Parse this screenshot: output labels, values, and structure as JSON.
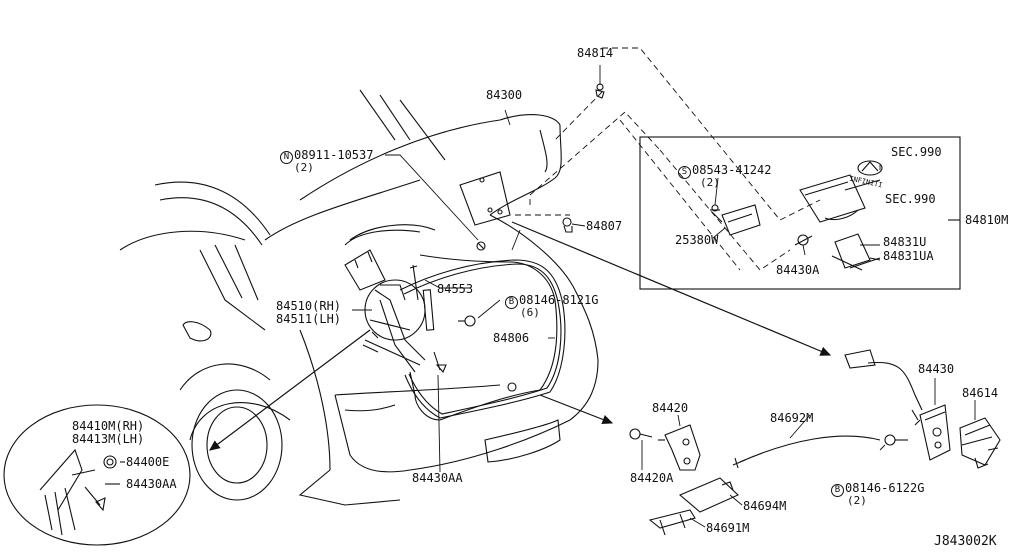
{
  "diagram_id": "J843002K",
  "parts": {
    "p84814": "84814",
    "p84300": "84300",
    "p08911": "08911-10537",
    "p08911_qty": "(2)",
    "p84807": "84807",
    "p84553": "84553",
    "p84510": "84510(RH)",
    "p84511": "84511(LH)",
    "p08146a": "08146-8121G",
    "p08146a_qty": "(6)",
    "p84806": "84806",
    "p84430AA_main": "84430AA",
    "p84410M": "84410M(RH)",
    "p84413M": "84413M(LH)",
    "p84400E": "84400E",
    "p84430AA_detail": "84430AA",
    "p08543": "08543-41242",
    "p08543_qty": "(2)",
    "p25380W": "25380W",
    "p84430A": "84430A",
    "sec990a": "SEC.990",
    "sec990b": "SEC.990",
    "p84810M": "84810M",
    "p84831U": "84831U",
    "p84831UA": "84831UA",
    "p84430": "84430",
    "p84614": "84614",
    "p84692M": "84692M",
    "p84420": "84420",
    "p84420A": "84420A",
    "p84694M": "84694M",
    "p84691M": "84691M",
    "p08146b": "08146-6122G",
    "p08146b_qty": "(2)"
  },
  "badges": {
    "n": "N",
    "s": "S",
    "b": "B"
  },
  "emblem_text": "INFINITI"
}
